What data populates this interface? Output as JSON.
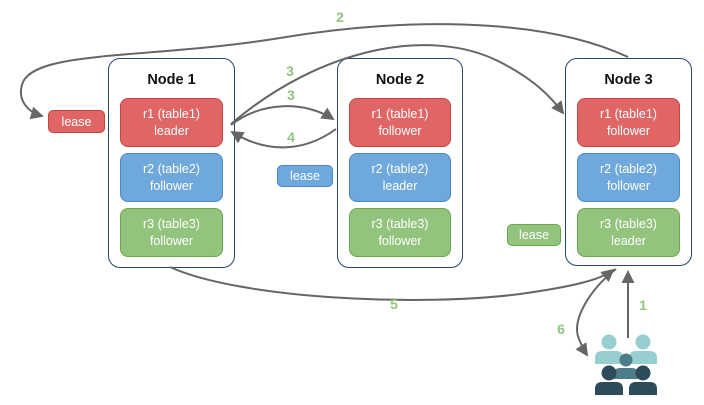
{
  "nodes": [
    {
      "title": "Node 1",
      "replicas": [
        {
          "line1": "r1 (table1)",
          "line2": "leader",
          "color": "red"
        },
        {
          "line1": "r2 (table2)",
          "line2": "follower",
          "color": "blue"
        },
        {
          "line1": "r3 (table3)",
          "line2": "follower",
          "color": "green"
        }
      ]
    },
    {
      "title": "Node 2",
      "replicas": [
        {
          "line1": "r1 (table1)",
          "line2": "follower",
          "color": "red"
        },
        {
          "line1": "r2 (table2)",
          "line2": "leader",
          "color": "blue"
        },
        {
          "line1": "r3 (table3)",
          "line2": "follower",
          "color": "green"
        }
      ]
    },
    {
      "title": "Node 3",
      "replicas": [
        {
          "line1": "r1 (table1)",
          "line2": "follower",
          "color": "red"
        },
        {
          "line1": "r2 (table2)",
          "line2": "follower",
          "color": "blue"
        },
        {
          "line1": "r3 (table3)",
          "line2": "leader",
          "color": "green"
        }
      ]
    }
  ],
  "leases": {
    "red": "lease",
    "blue": "lease",
    "green": "lease"
  },
  "steps": {
    "s1": "1",
    "s2": "2",
    "s3a": "3",
    "s3b": "3",
    "s4": "4",
    "s5": "5",
    "s6": "6"
  },
  "colors": {
    "replica_red": "#e06666",
    "replica_red_border": "#c74444",
    "replica_blue": "#6fa8dc",
    "replica_blue_border": "#4a86c8",
    "replica_green": "#93c47d",
    "replica_green_border": "#6aa84f",
    "node_border": "#28456c",
    "arrow": "#666666",
    "step_label": "#93c47d",
    "users_light": "#97ced0",
    "users_mid": "#4e7d8a",
    "users_dark": "#2d4b5a"
  },
  "icons": {
    "users": "users-icon"
  }
}
